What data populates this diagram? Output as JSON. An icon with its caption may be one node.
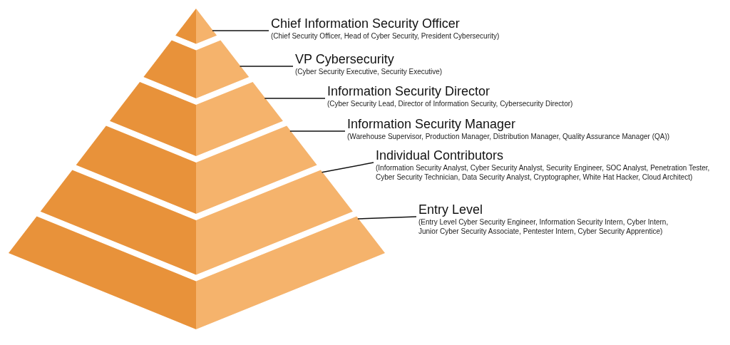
{
  "diagram": {
    "nodes": [
      {
        "text": [],
        "shape": "triangle"
      },
      {
        "text": [],
        "shape": "trapezoid"
      },
      {
        "text": [],
        "shape": "trapezoid"
      },
      {
        "text": [],
        "shape": "trapezoid"
      },
      {
        "text": [],
        "shape": "trapezoid"
      },
      {
        "text": [],
        "shape": "trapezoid"
      },
      {
        "text": [
          "Chief Information Security Officer",
          "(Chief Security Officer, Head of Cyber Security, President Cybersecurity)"
        ]
      },
      {
        "text": [
          "VP Cybersecurity",
          "(Cyber Security Executive, Security Executive)"
        ]
      },
      {
        "text": [
          "Information Security Director",
          "(Cyber Security Lead, Director of Information Security, Cybersecurity Director)"
        ]
      },
      {
        "text": [
          "Information Security Manager",
          "(Warehouse Supervisor, Production Manager, Distribution Manager, Quality Assurance Manager (QA))"
        ]
      },
      {
        "text": [
          "Individual Contributors",
          "(Information Security Analyst, Cyber Security Analyst, Security Engineer, SOC Analyst, Penetration Tester, Cyber Security Technician, Data Security Analyst, Cryptographer, White Hat Hacker, Cloud Architect)"
        ]
      },
      {
        "text": [
          "Entry Level",
          "(Entry Level Cyber Security Engineer, Information Security Intern, Cyber Intern, Junior Cyber Security Associate, Pentester Intern, Cyber Security Apprentice)"
        ]
      }
    ],
    "edges": [
      {
        "from": 6,
        "to": 0,
        "arrow": "none"
      },
      {
        "from": 7,
        "to": 1,
        "arrow": "none"
      },
      {
        "from": 8,
        "to": 2,
        "arrow": "none"
      },
      {
        "from": 9,
        "to": 3,
        "arrow": "none"
      },
      {
        "from": 10,
        "to": 4,
        "arrow": "none"
      },
      {
        "from": 11,
        "to": 5,
        "arrow": "none"
      }
    ]
  }
}
